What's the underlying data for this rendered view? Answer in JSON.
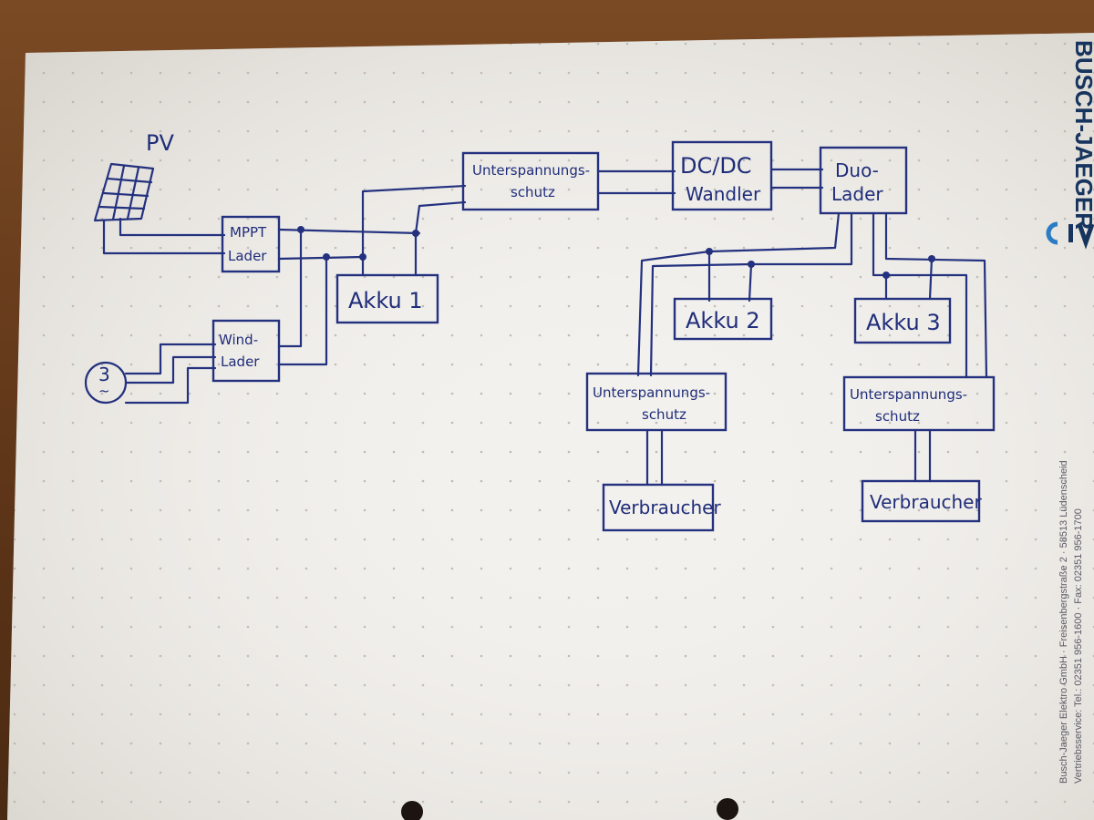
{
  "diagram": {
    "pv": "PV",
    "mppt_line1": "MPPT",
    "mppt_line2": "Lader",
    "wind_line1": "Wind-",
    "wind_line2": "Lader",
    "generator": "3",
    "generator_symbol": "~",
    "uvp_main_line1": "Unterspannungs-",
    "uvp_main_line2": "schutz",
    "dcdc_line1": "DC/DC",
    "dcdc_line2": "Wandler",
    "duo_line1": "Duo-",
    "duo_line2": "Lader",
    "akku1": "Akku 1",
    "akku2": "Akku 2",
    "akku3": "Akku 3",
    "uvp_left_line1": "Unterspannungs-",
    "uvp_left_line2": "schutz",
    "uvp_right_line1": "Unterspannungs-",
    "uvp_right_line2": "schutz",
    "consumer_left": "Verbraucher",
    "consumer_right": "Verbraucher"
  },
  "notepad": {
    "brand": "BUSCH-JAEGER",
    "address": "Busch-Jaeger Elektro GmbH · Freisenbergstraße 2 · 58513 Lüdenscheid",
    "service": "Vertriebsservice: Tel.: 02351 956-1600 · Fax: 02351 956-1700"
  },
  "colors": {
    "ink": "#23317f",
    "paper": "#f4f2ee",
    "wood": "#6b3e1d",
    "brand": "#16345e"
  }
}
